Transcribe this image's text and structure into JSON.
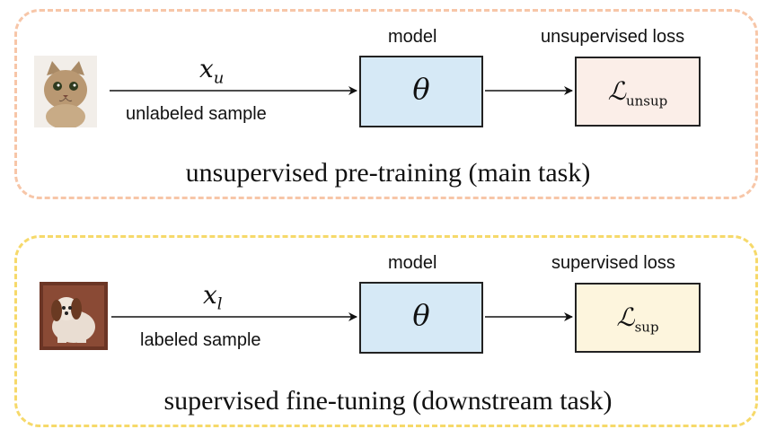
{
  "top_panel": {
    "var_base": "x",
    "var_sub": "u",
    "sample_label": "unlabeled sample",
    "model_label": "model",
    "model_symbol": "θ",
    "loss_label": "unsupervised loss",
    "loss_symbol": "ℒ",
    "loss_sub": "unsup",
    "caption": "unsupervised pre-training (main task)",
    "border_color": "#f7c6a8",
    "loss_fill": "#fbeee8",
    "image_icon": "cat-photo-icon"
  },
  "bottom_panel": {
    "var_base": "x",
    "var_sub": "l",
    "sample_label": "labeled sample",
    "model_label": "model",
    "model_symbol": "θ",
    "loss_label": "supervised loss",
    "loss_symbol": "ℒ",
    "loss_sub": "sup",
    "caption": "supervised fine-tuning (downstream task)",
    "border_color": "#f6d96a",
    "loss_fill": "#fdf5dd",
    "image_icon": "dog-photo-icon"
  },
  "model_fill": "#d6e9f6"
}
